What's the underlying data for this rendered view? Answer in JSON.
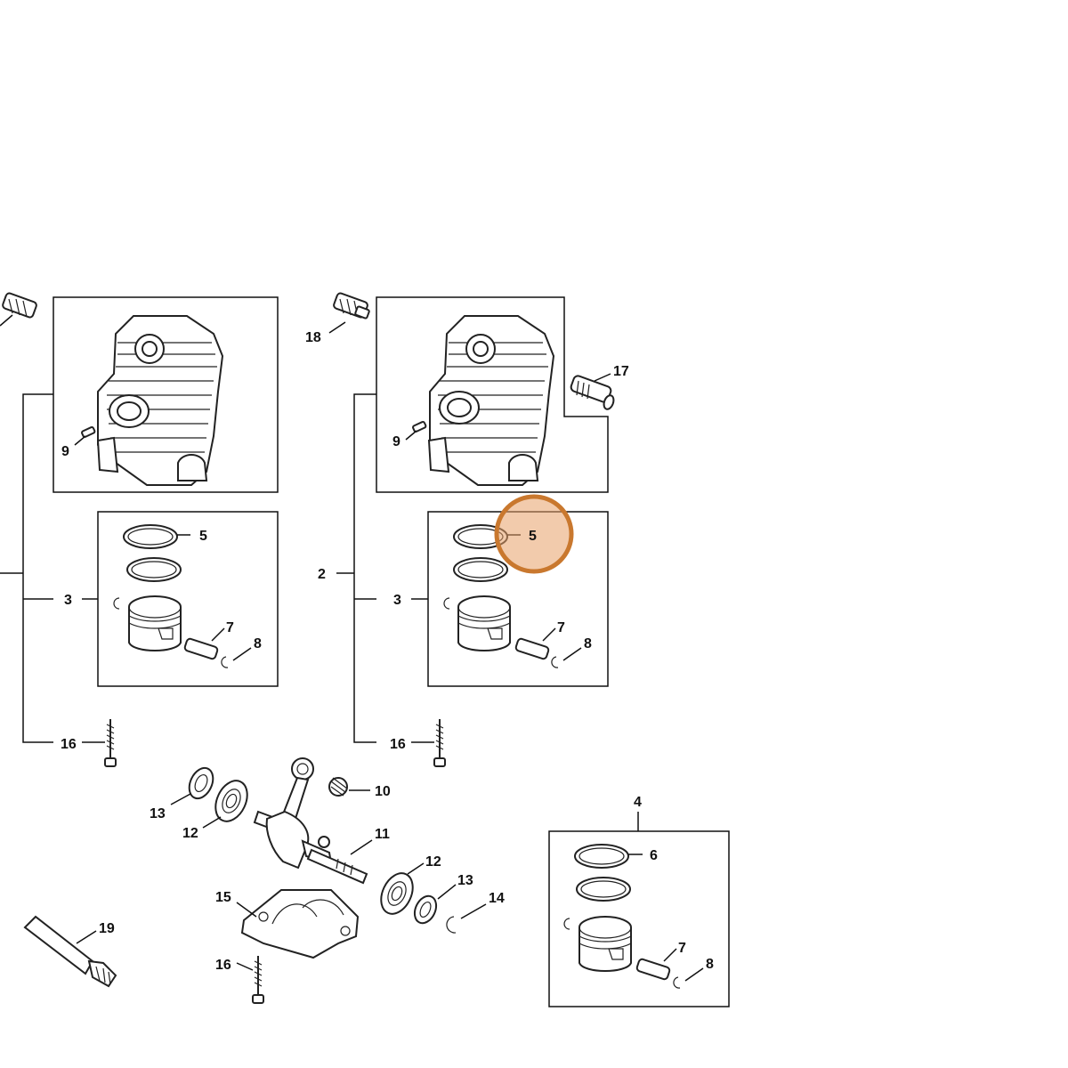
{
  "callouts": {
    "left_9": "9",
    "left_5": "5",
    "left_3": "3",
    "left_7": "7",
    "left_8": "8",
    "left_16": "16",
    "mid_18": "18",
    "mid_17": "17",
    "mid_9": "9",
    "mid_2": "2",
    "mid_5": "5",
    "mid_3": "3",
    "mid_7": "7",
    "mid_8": "8",
    "mid_16": "16",
    "crank_10": "10",
    "crank_11": "11",
    "crank_12a": "12",
    "crank_13a": "13",
    "crank_12b": "12",
    "crank_13b": "13",
    "crank_14": "14",
    "crank_15": "15",
    "crank_16": "16",
    "tube_19": "19",
    "kit_4": "4",
    "kit_6": "6",
    "kit_7": "7",
    "kit_8": "8"
  },
  "highlight": {
    "part": "5",
    "color": "#e8a068",
    "border_color": "#c9782e"
  }
}
